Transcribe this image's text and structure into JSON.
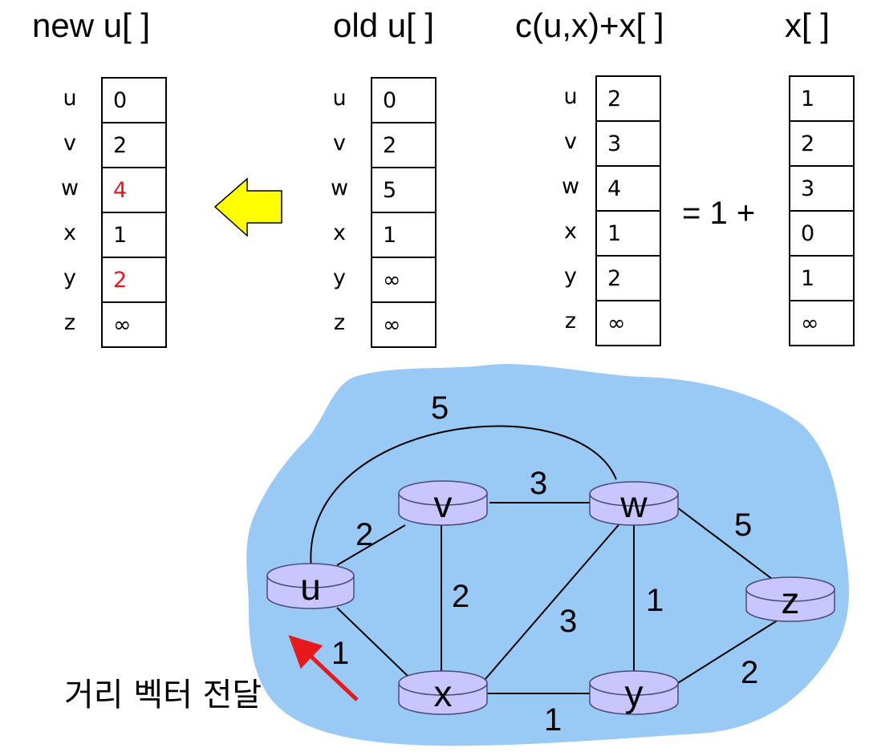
{
  "headers": {
    "new_u": "new u[ ]",
    "old_u": "old u[ ]",
    "cost_plus_x": "c(u,x)+x[ ]",
    "x": "x[ ]"
  },
  "row_labels": [
    "u",
    "v",
    "w",
    "x",
    "y",
    "z"
  ],
  "tables": {
    "new_u": [
      "0",
      "2",
      "4",
      "1",
      "2",
      "∞"
    ],
    "old_u": [
      "0",
      "2",
      "5",
      "1",
      "∞",
      "∞"
    ],
    "cost_plus_x": [
      "2",
      "3",
      "4",
      "1",
      "2",
      "∞"
    ],
    "x": [
      "1",
      "2",
      "3",
      "0",
      "1",
      "∞"
    ]
  },
  "highlighted_cells_new_u": [
    "w",
    "y"
  ],
  "equation": "= 1 +",
  "caption": "거리 벡터 전달",
  "network": {
    "nodes": {
      "u": "u",
      "v": "v",
      "w": "w",
      "x": "x",
      "y": "y",
      "z": "z"
    },
    "edges": {
      "u_w": "5",
      "u_v": "2",
      "u_x": "1",
      "v_w": "3",
      "v_x": "2",
      "x_w": "3",
      "w_y": "1",
      "w_z": "5",
      "x_y": "1",
      "y_z": "2"
    }
  },
  "colors": {
    "cloud": "#99c9f5",
    "router_fill": "#c9c6ff",
    "router_stroke": "#4b4b78",
    "arrow_fill": "#ffff00",
    "changed_value": "#e8191c",
    "caption_arrow": "#e8191c"
  }
}
